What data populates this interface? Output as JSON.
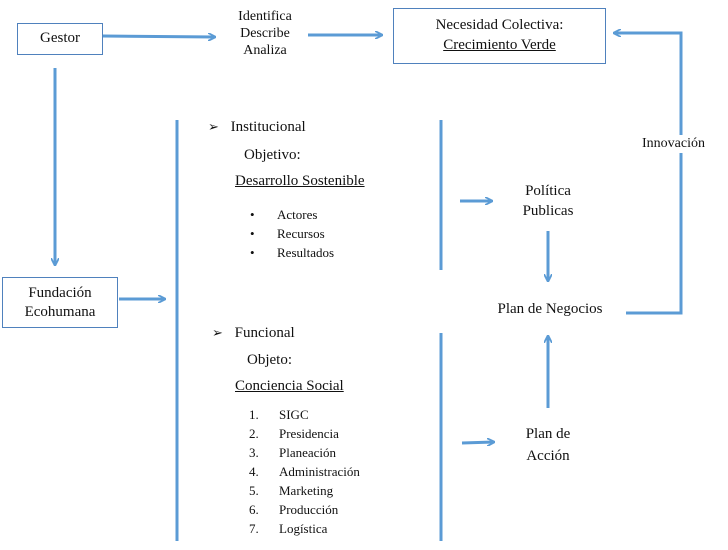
{
  "nodes": {
    "gestor": "Gestor",
    "verbs": [
      "Identifica",
      "Describe",
      "Analiza"
    ],
    "necesidad_title": "Necesidad Colectiva:",
    "necesidad_sub": "Crecimiento Verde",
    "fundacion_line1": "Fundación",
    "fundacion_line2": "Ecohumana",
    "innovacion": "Innovación",
    "politica_line1": "Política",
    "politica_line2": "Publicas",
    "plan_negocios": "Plan de Negocios",
    "plan_accion_line1": "Plan de",
    "plan_accion_line2": "Acción"
  },
  "institucional": {
    "arrow": "➢",
    "title": "Institucional",
    "objetivo_label": "Objetivo:",
    "objetivo_value": "Desarrollo Sostenible",
    "bullet_symbol": "•",
    "items": [
      "Actores",
      "Recursos",
      "Resultados"
    ]
  },
  "funcional": {
    "arrow": "➢",
    "title": "Funcional",
    "objeto_label": "Objeto:",
    "objeto_value": "Conciencia Social",
    "items": [
      {
        "num": "1.",
        "label": "SIGC"
      },
      {
        "num": "2.",
        "label": "Presidencia"
      },
      {
        "num": "3.",
        "label": "Planeación"
      },
      {
        "num": "4.",
        "label": "Administración"
      },
      {
        "num": "5.",
        "label": "Marketing"
      },
      {
        "num": "6.",
        "label": "Producción"
      },
      {
        "num": "7.",
        "label": "Logística"
      }
    ]
  },
  "colors": {
    "connector": "#5b9bd5",
    "box_border": "#4f81bd"
  }
}
